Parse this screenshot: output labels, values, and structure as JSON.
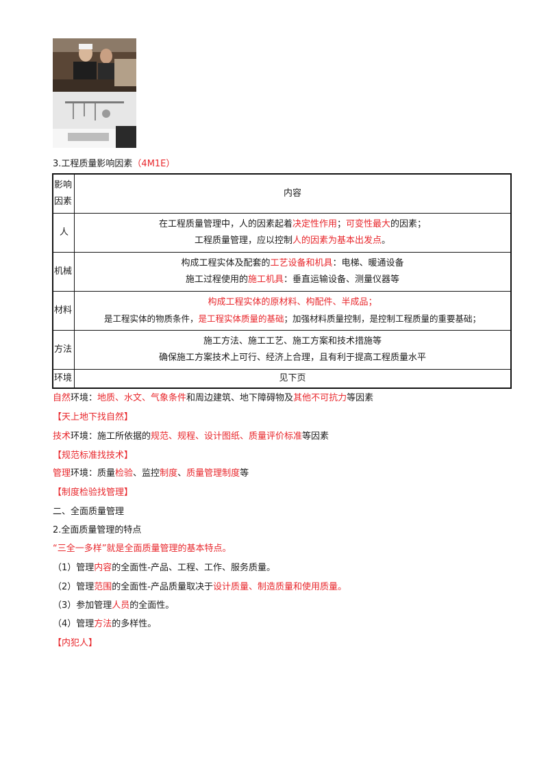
{
  "section": {
    "number": "3.",
    "title": "工程质量影响因素",
    "tag": "（4M1E）"
  },
  "table": {
    "header": {
      "factor": "影响因素",
      "content": "内容"
    },
    "people": {
      "label": "人",
      "l1a": "在工程质量管理中，人的因素起着",
      "l1b": "决定性作用",
      "l1c": "；",
      "l1d": "可变性最大",
      "l1e": "的因素；",
      "l2a": "工程质量管理，应以控制",
      "l2b": "人的因素为基本出发点",
      "l2c": "。"
    },
    "machine": {
      "label": "机械",
      "l1a": "构成工程实体及配套的",
      "l1b": "工艺设备和机具",
      "l1c": "：电梯、暖通设备",
      "l2a": "施工过程使用的",
      "l2b": "施工机具",
      "l2c": "：垂直运输设备、测量仪器等"
    },
    "material": {
      "label": "材料",
      "l1": "构成工程实体的原材料、构配件、半成品；",
      "l2a": "是工程实体的物质条件，",
      "l2b": "是工程实体质量的基础",
      "l2c": "；加强材料质量控制，是控制工程质量的重要基础；"
    },
    "method": {
      "label": "方法",
      "l1": "施工方法、施工工艺、施工方案和技术措施等",
      "l2": "确保施工方案技术上可行、经济上合理，且有利于提高工程质量水平"
    },
    "environment": {
      "label": "环境",
      "content": "见下页"
    }
  },
  "env_natural": {
    "a": "自然",
    "b": "环境：",
    "c": "地质、水文、气象条件",
    "d": "和周边建筑、地下障碍物及",
    "e": "其他不可抗力",
    "f": "等因素"
  },
  "mnemonic1": "【天上地下找自然】",
  "env_tech": {
    "a": "技术",
    "b": "环境：施工所依据的",
    "c": "规范、规程、设计图纸、质量评价标准",
    "d": "等因素"
  },
  "mnemonic2": "【规范标准找技术】",
  "env_mgmt": {
    "a": "管理",
    "b": "环境：质量",
    "c": "检验",
    "d": "、监控",
    "e": "制度",
    "f": "、",
    "g": "质量管理制度",
    "h": "等"
  },
  "mnemonic3": "【制度检验找管理】",
  "heading2": "二、全面质量管理",
  "heading3": "2.全面质量管理的特点",
  "summary": "“三全一多样”就是全面质量管理的基本特点。",
  "item1": {
    "a": "（1）管理",
    "b": "内容",
    "c": "的全面性-产品、工程、工作、服务质量。"
  },
  "item2": {
    "a": "（2）管理",
    "b": "范围",
    "c": "的全面性-产品质量取决于",
    "d": "设计质量、制造质量和使用质量。"
  },
  "item3": {
    "a": "（3）参加管理",
    "b": "人员",
    "c": "的全面性。"
  },
  "item4": {
    "a": "（4）管理",
    "b": "方法",
    "c": "的多样性。"
  },
  "mnemonic4": "【内犯人】",
  "colors": {
    "accent": "#e8262b",
    "text": "#1a1a1a"
  }
}
